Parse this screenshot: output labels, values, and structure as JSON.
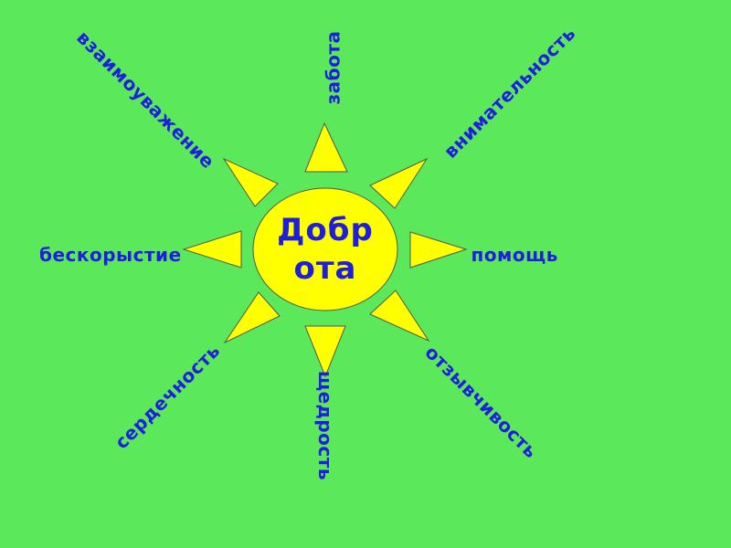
{
  "center": {
    "line1": "Добр",
    "line2": "ота"
  },
  "rays": [
    {
      "key": "top",
      "label": "забота"
    },
    {
      "key": "top-right",
      "label": "внимательность"
    },
    {
      "key": "right",
      "label": "помощь"
    },
    {
      "key": "bottom-right",
      "label": "отзывчивость"
    },
    {
      "key": "bottom",
      "label": "щедрость"
    },
    {
      "key": "bottom-left",
      "label": "сердечность"
    },
    {
      "key": "left",
      "label": "бескорыстие"
    },
    {
      "key": "top-left",
      "label": "взаимоуважение"
    }
  ],
  "colors": {
    "background": "#5be85b",
    "sun": "#ffff00",
    "text": "#1e1edc"
  }
}
